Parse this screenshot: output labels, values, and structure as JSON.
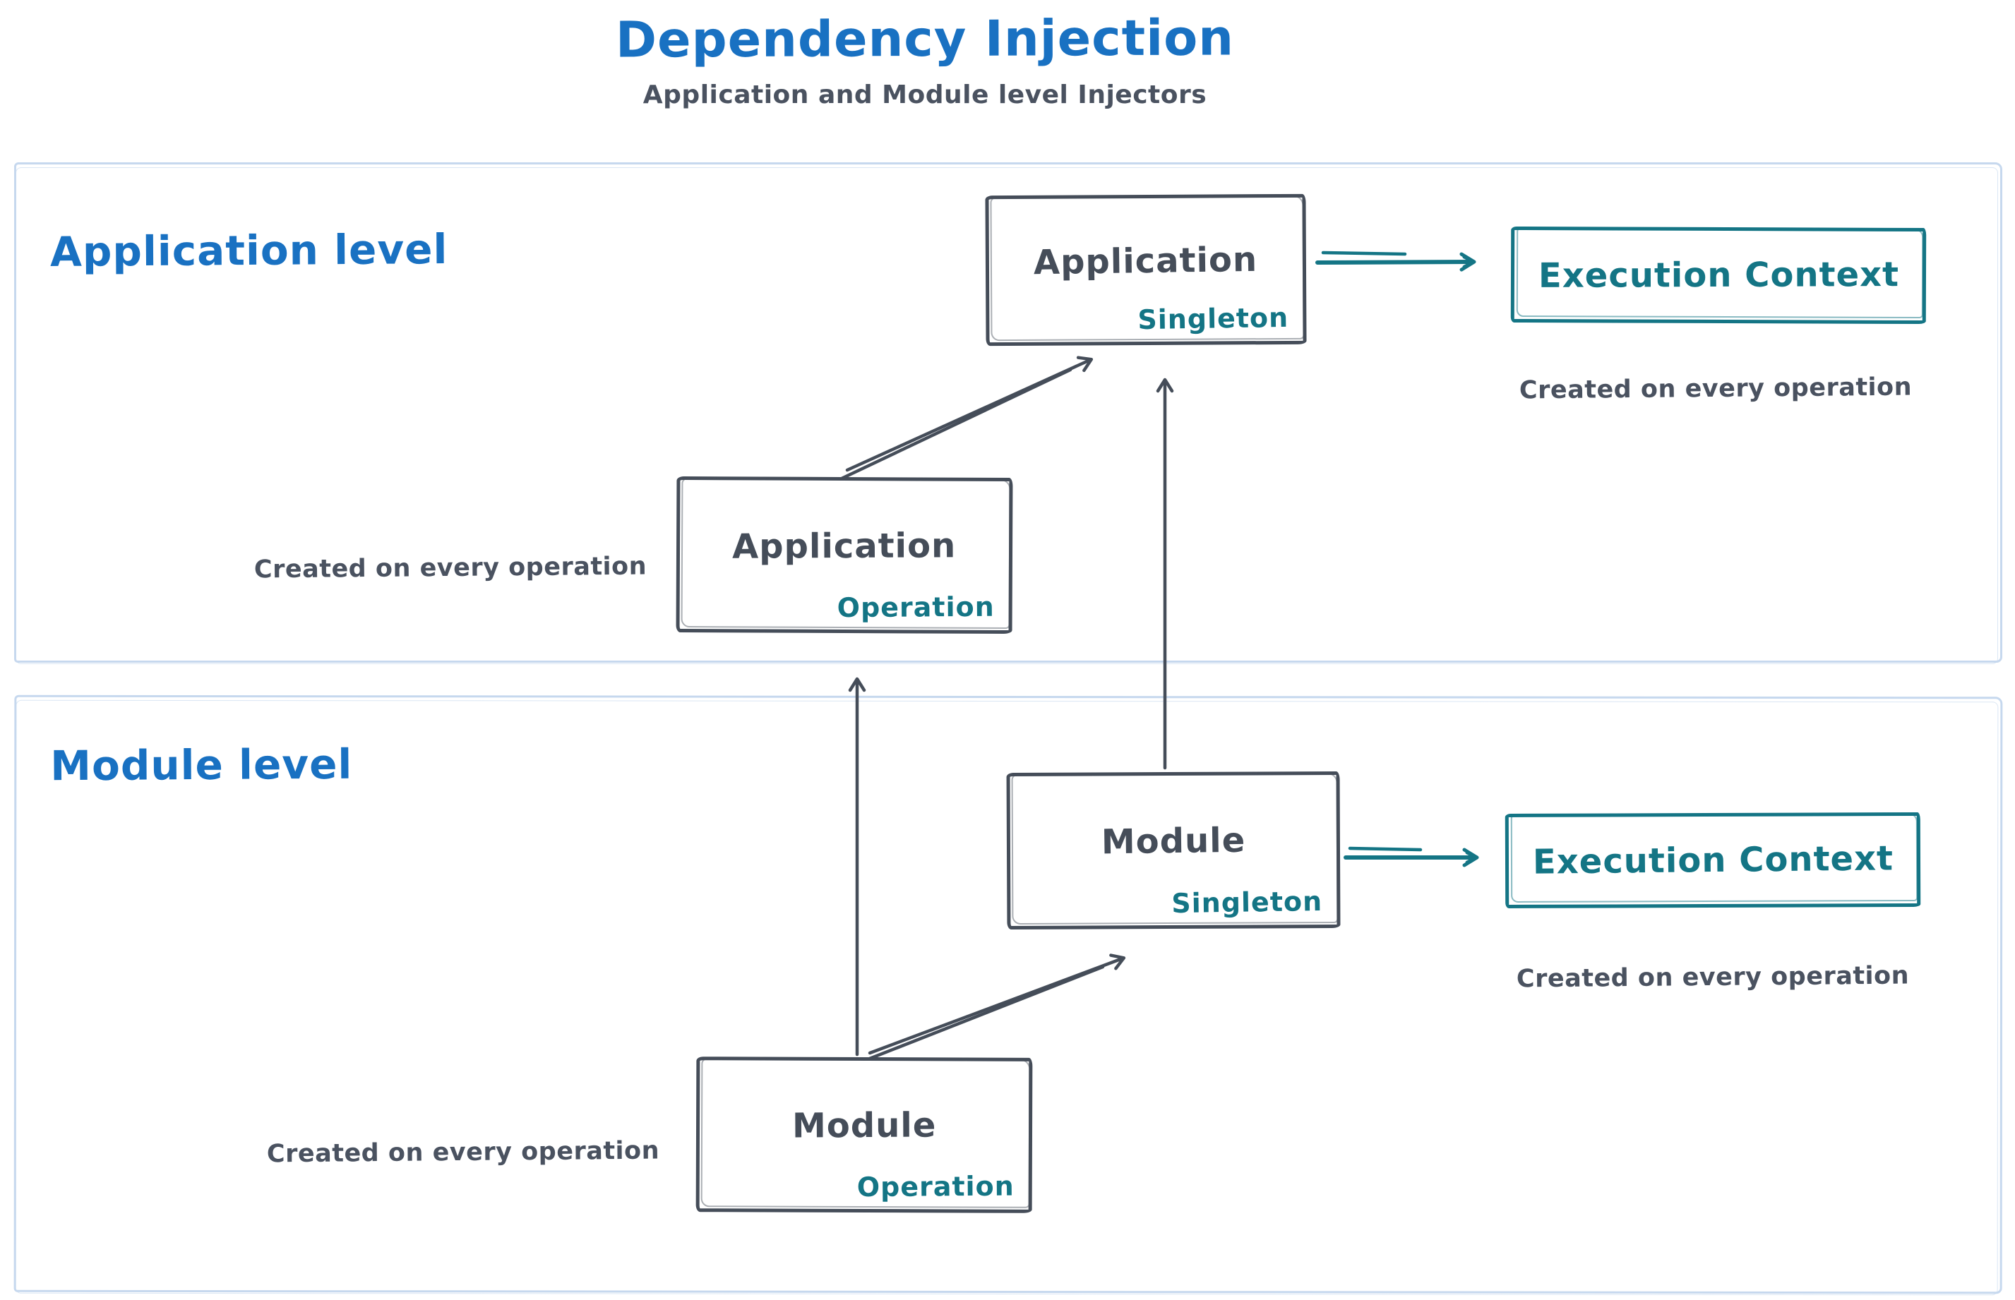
{
  "header": {
    "title": "Dependency Injection",
    "subtitle": "Application and Module level Injectors"
  },
  "application_level": {
    "label": "Application level",
    "singleton_box": {
      "title": "Application",
      "scope": "Singleton"
    },
    "operation_box": {
      "title": "Application",
      "scope": "Operation"
    },
    "operation_caption": "Created on every operation",
    "execution_context": {
      "label": "Execution Context",
      "caption": "Created on every operation"
    }
  },
  "module_level": {
    "label": "Module level",
    "singleton_box": {
      "title": "Module",
      "scope": "Singleton"
    },
    "operation_box": {
      "title": "Module",
      "scope": "Operation"
    },
    "operation_caption": "Created on every operation",
    "execution_context": {
      "label": "Execution Context",
      "caption": "Created on every operation"
    }
  },
  "colors": {
    "title_blue": "#1971c2",
    "teal": "#147585",
    "dark_slate": "#454d59",
    "container_border": "#c6d8ee"
  }
}
